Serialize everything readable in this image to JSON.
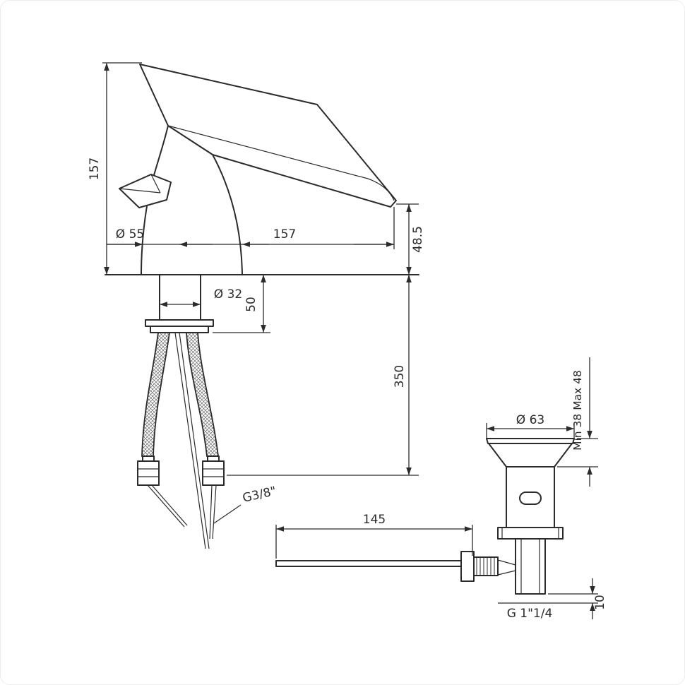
{
  "page": {
    "background": "#ffffff",
    "line_color": "#2b2b2b",
    "description": "Technical dimension drawing of a waterfall basin mixer tap with flexible hoses and pop-up waste drain"
  },
  "labels": {
    "faucet_height": "157",
    "spout_reach": "157",
    "spout_tip_drop": "48.5",
    "base_diameter": "Ø 55",
    "shank_diameter": "Ø 32",
    "shank_length": "50",
    "hose_length": "350",
    "hose_thread": "G3/8\"",
    "rod_length": "145",
    "waste_top_diameter": "Ø 63",
    "waste_min_max": "Min 38  Max 48",
    "waste_thread": "G 1\"1/4",
    "waste_bottom_offset": "10"
  }
}
